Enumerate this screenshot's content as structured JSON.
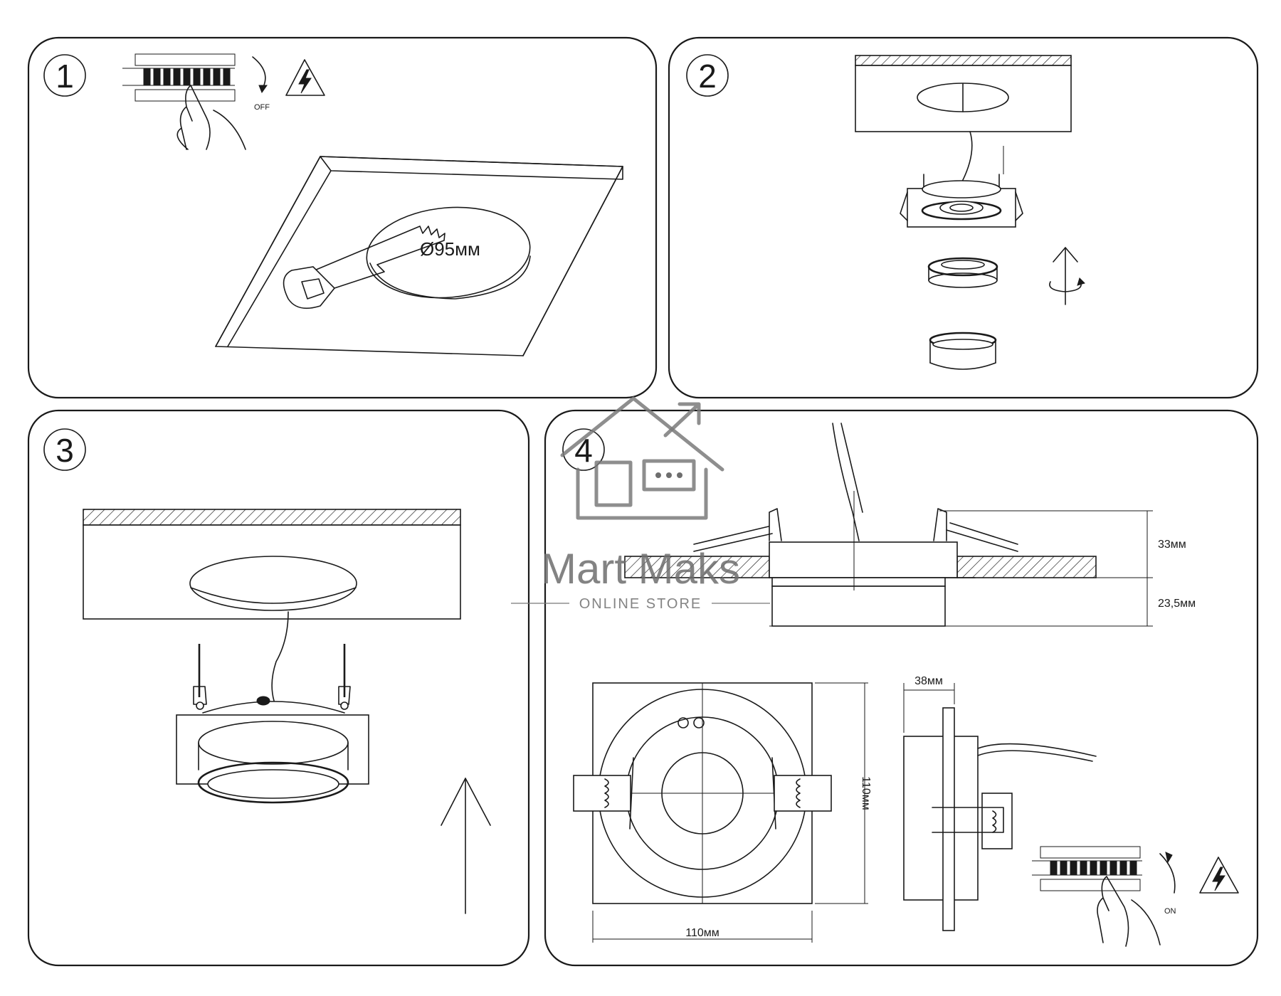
{
  "steps": {
    "step1": {
      "number": "1",
      "switch_label": "OFF",
      "hole_diameter": "Ø95мм"
    },
    "step2": {
      "number": "2"
    },
    "step3": {
      "number": "3"
    },
    "step4": {
      "number": "4",
      "dims": {
        "height_top": "33мм",
        "height_bottom": "23,5мм",
        "side_depth": "38мм",
        "width": "110мм",
        "height": "110мм"
      },
      "switch_label": "ON"
    }
  },
  "watermark": {
    "brand": "Mart Maks",
    "tagline": "ONLINE STORE"
  }
}
